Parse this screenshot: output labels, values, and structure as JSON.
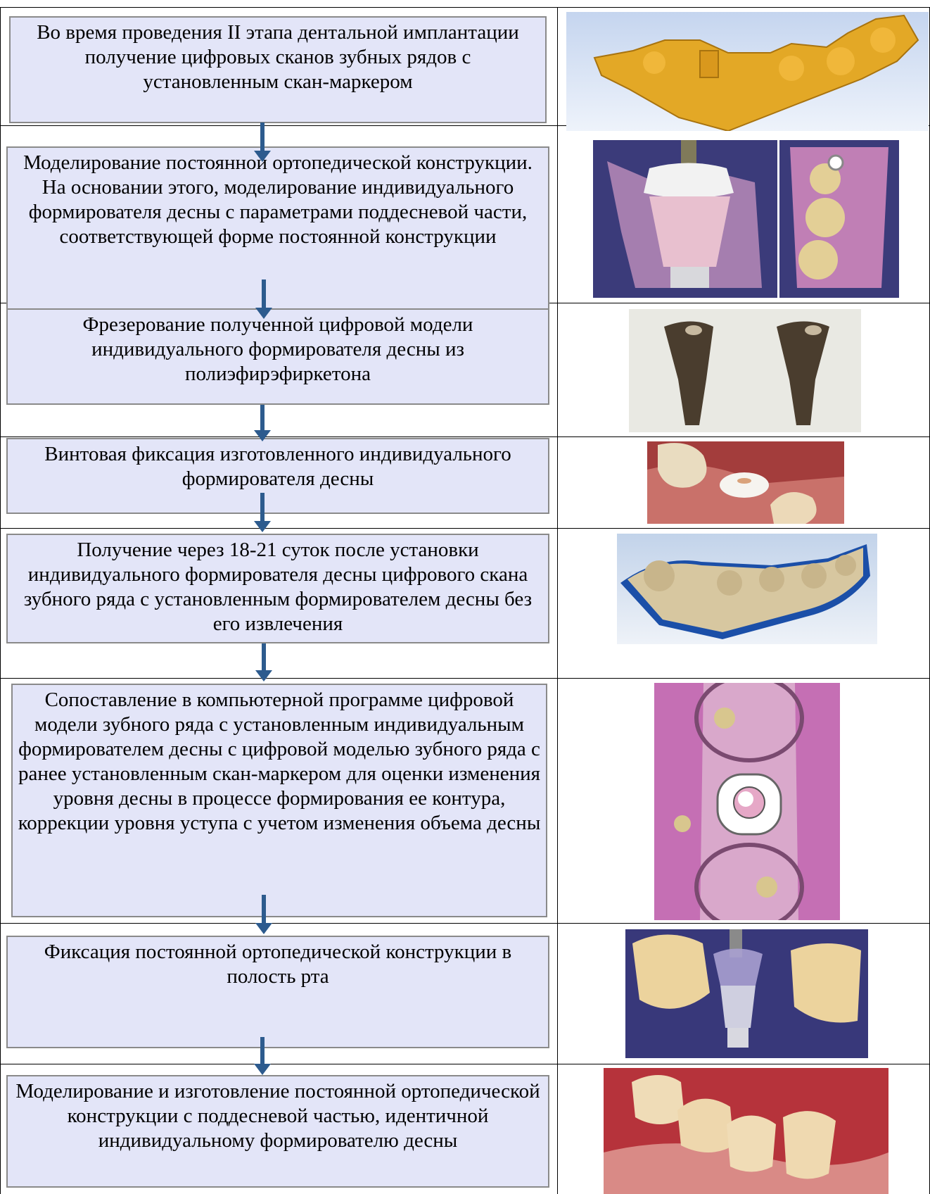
{
  "steps": [
    {
      "text": "Во время проведения II этапа дентальной имплантации получение цифровых сканов зубных рядов с установленным скан-маркером",
      "image": "dental-arch-scan-with-scan-marker"
    },
    {
      "text": "Моделирование постоянной ортопедической конструкции. На основании этого, моделирование индивидуального формирователя десны с параметрами поддесневой части, соответствующей форме постоянной конструкции",
      "image": "crown-and-gingiva-former-model"
    },
    {
      "text": "Фрезерование полученной цифровой модели индивидуального формирователя десны из полиэфирэфиркетона",
      "image": "milled-peek-healing-abutments"
    },
    {
      "text": "Винтовая фиксация изготовленного индивидуального формирователя десны",
      "image": "screw-retained-healing-abutment-photo"
    },
    {
      "text": "Получение через 18-21 суток после установки индивидуального формирователя десны цифрового скана зубного ряда с установленным формирователем десны без его извлечения",
      "image": "dental-arch-scan-with-former"
    },
    {
      "text": "Сопоставление в компьютерной программе цифровой модели зубного ряда с установленным индивидуальным формирователем десны с цифровой моделью зубного ряда с ранее установленным скан-маркером для оценки изменения уровня десны в процессе формирования ее контура, коррекции уровня уступа с учетом изменения объема десны",
      "image": "scan-superimposition"
    },
    {
      "text": "Фиксация постоянной ортопедической конструкции в полость рта",
      "image": "final-crown-model"
    },
    {
      "text": "Моделирование и изготовление постоянной ортопедической конструкции с поддесневой частью, идентичной индивидуальному формирователю десны",
      "image": "final-restoration-photo"
    }
  ],
  "colors": {
    "box_fill": "#e3e5f8",
    "box_border": "#8a8a8a",
    "arrow": "#2d5b8e",
    "grid": "#000000"
  }
}
